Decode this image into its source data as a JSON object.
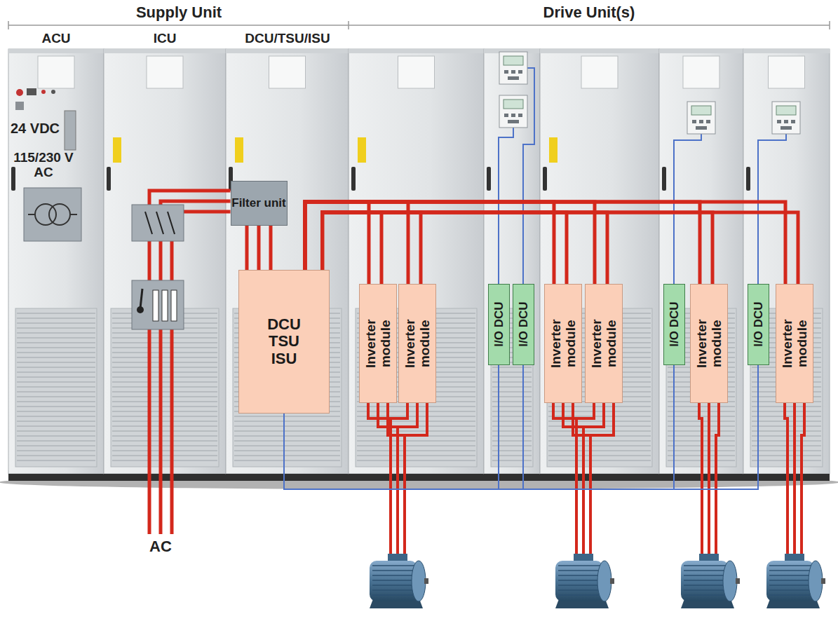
{
  "diagram": {
    "nodes": [
      {
        "text": [
          "Filter unit"
        ]
      },
      {
        "text": [
          "DCU TSU ISU"
        ]
      },
      {
        "text": [
          "Inverter module"
        ]
      },
      {
        "text": [
          "Inverter module"
        ]
      },
      {
        "text": [
          "I/O DCU"
        ]
      },
      {
        "text": [
          "I/O DCU"
        ]
      },
      {
        "text": [
          "Inverter module"
        ]
      },
      {
        "text": [
          "Inverter module"
        ]
      },
      {
        "text": [
          "I/O DCU"
        ]
      },
      {
        "text": [
          "Inverter module"
        ]
      },
      {
        "text": [
          "I/O DCU"
        ]
      },
      {
        "text": [
          "Inverter module"
        ]
      }
    ],
    "edges": [
      {
        "from": 0,
        "to": 1,
        "arrow": "none"
      },
      {
        "from": 1,
        "to": 2,
        "arrow": "none"
      },
      {
        "from": 1,
        "to": 3,
        "arrow": "none"
      },
      {
        "from": 1,
        "to": 6,
        "arrow": "none"
      },
      {
        "from": 1,
        "to": 7,
        "arrow": "none"
      },
      {
        "from": 1,
        "to": 9,
        "arrow": "none"
      },
      {
        "from": 1,
        "to": 11,
        "arrow": "none"
      },
      {
        "from": 1,
        "to": 4,
        "arrow": "none"
      },
      {
        "from": 1,
        "to": 5,
        "arrow": "none"
      },
      {
        "from": 1,
        "to": 8,
        "arrow": "none"
      },
      {
        "from": 1,
        "to": 10,
        "arrow": "none"
      }
    ],
    "labels": [
      "Supply Unit",
      "Drive Unit(s)",
      "ACU",
      "ICU",
      "DCU/TSU/ISU",
      "24 VDC",
      "115/230 V AC",
      "AC"
    ]
  }
}
